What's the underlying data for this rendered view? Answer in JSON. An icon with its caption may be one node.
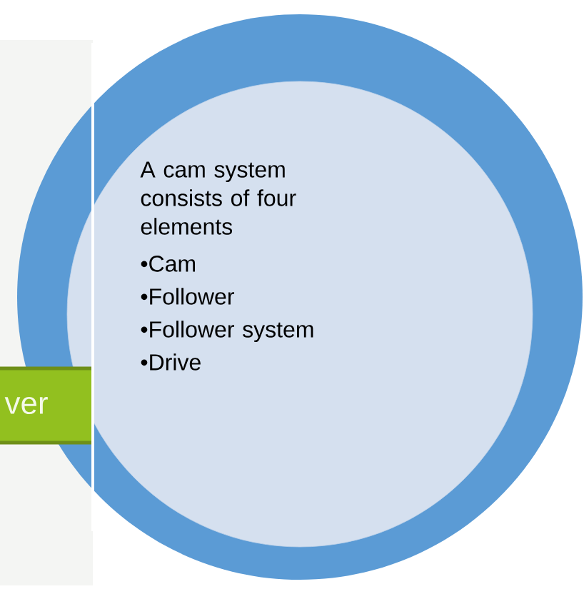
{
  "diagram": {
    "nodes": [
      {
        "text": [],
        "shape": "circle"
      },
      {
        "text": [
          "A cam system consists of four elements",
          "•Cam",
          "•Follower",
          "•Follower system",
          "•Drive"
        ],
        "in": 0
      },
      {
        "text": [
          "ver"
        ]
      }
    ]
  }
}
